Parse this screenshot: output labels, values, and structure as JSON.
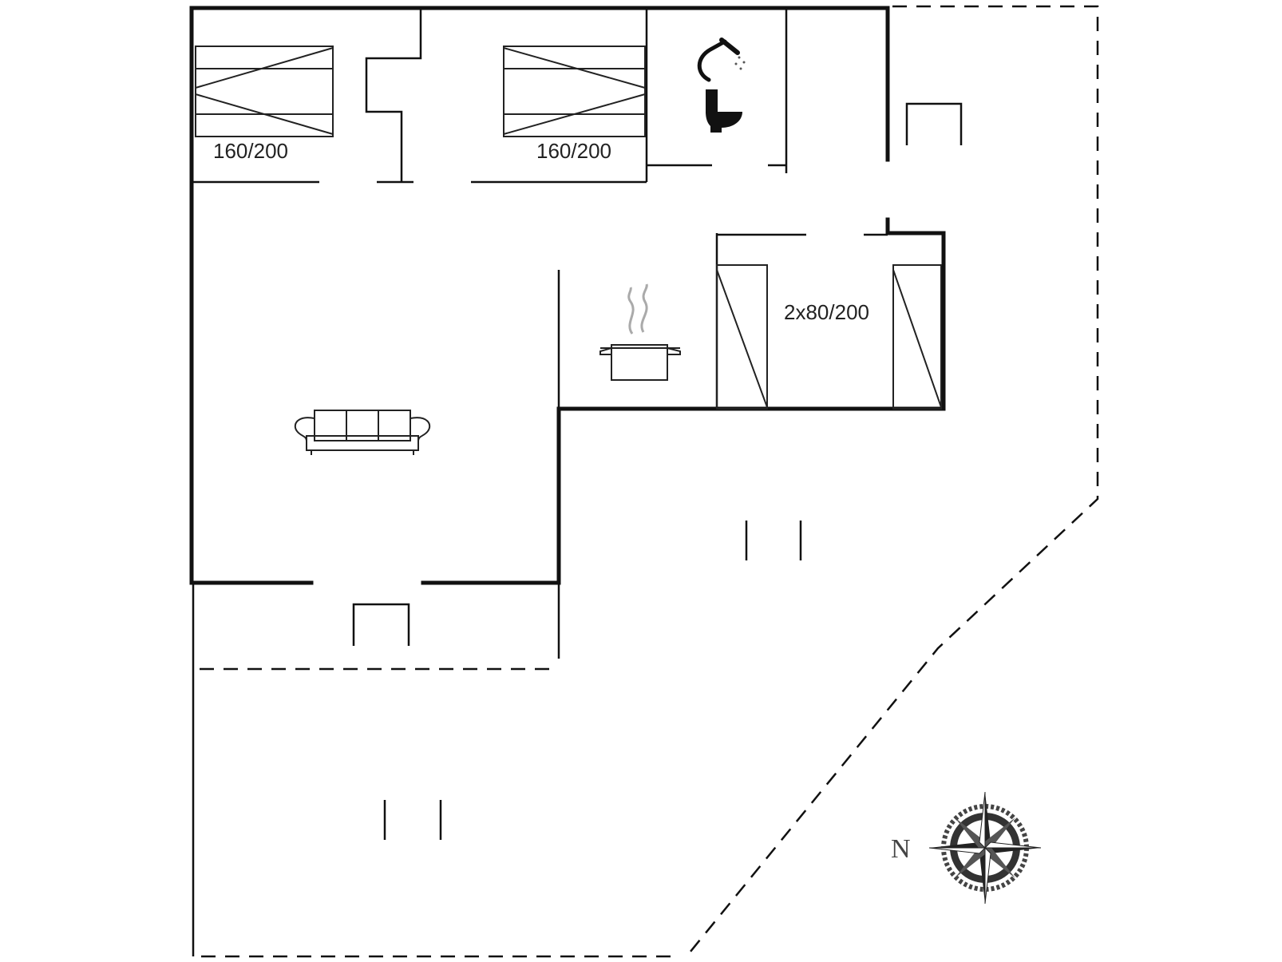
{
  "rooms": {
    "bedroom_1": {
      "bed_label": "160/200"
    },
    "bedroom_2": {
      "bed_label": "160/200"
    },
    "bedroom_3": {
      "bed_label": "2x80/200"
    }
  },
  "compass": {
    "north_label": "N"
  },
  "colors": {
    "line": "#111111",
    "background": "#ffffff"
  },
  "icons": [
    "bed-icon",
    "shower-icon",
    "toilet-icon",
    "cooking-pot-icon",
    "sofa-icon",
    "compass-rose-icon",
    "terrace-chair-icon"
  ]
}
